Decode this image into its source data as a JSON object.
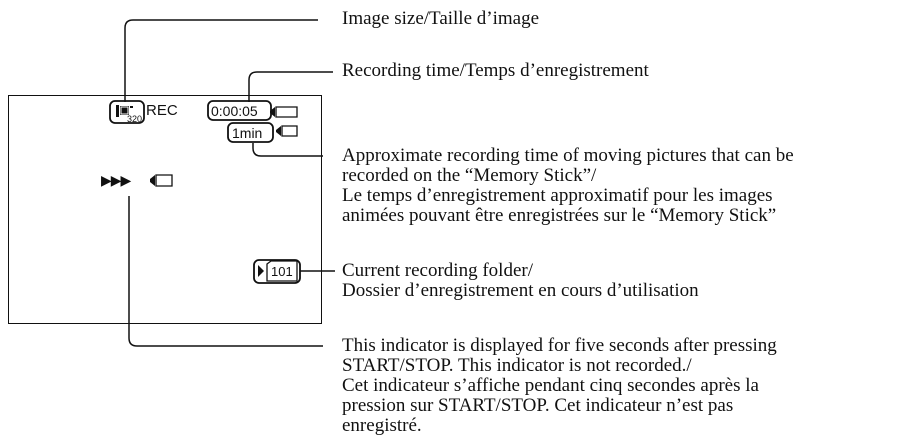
{
  "screen": {
    "image_size_sub": "320",
    "rec_label": "REC",
    "recording_time": "0:00:05",
    "remaining_time": "1min",
    "folder_number": "101",
    "indicator_arrows": "▶▶▶"
  },
  "callouts": {
    "image_size": [
      "Image size/Taille d’image"
    ],
    "recording_time": [
      "Recording time/Temps d’enregistrement"
    ],
    "approx_time": [
      "Approximate recording time of moving pictures that can be",
      "recorded on the “Memory Stick”/",
      "Le temps d’enregistrement approximatif pour les images",
      "animées pouvant être enregistrées sur le “Memory Stick”"
    ],
    "folder": [
      "Current recording folder/",
      "Dossier d’enregistrement en cours d’utilisation"
    ],
    "indicator": [
      "This indicator is displayed for five seconds after pressing",
      "START/STOP. This indicator is not recorded./",
      "Cet indicateur s’affiche pendant cinq secondes après la",
      "pression sur START/STOP. Cet indicateur n’est pas",
      "enregistré."
    ]
  },
  "icons": {
    "image_size": "image-size-icon",
    "memory_stick": "memory-stick-icon",
    "folder": "folder-icon",
    "arrows": "play-arrows-icon"
  }
}
